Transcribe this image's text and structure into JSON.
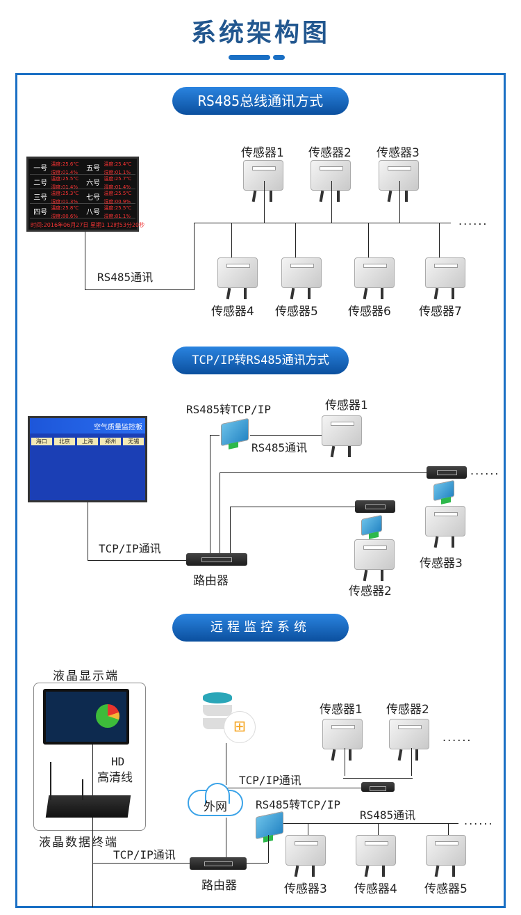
{
  "page_title": "系统架构图",
  "sections": [
    {
      "pill": "RS485总线通讯方式",
      "link_label": "RS485通讯",
      "top_sensors": [
        "传感器1",
        "传感器2",
        "传感器3"
      ],
      "bottom_sensors": [
        "传感器4",
        "传感器5",
        "传感器6",
        "传感器7"
      ],
      "more": "......",
      "display": {
        "rows": [
          [
            "一号",
            "温度:25.6℃",
            "湿度:01.4%",
            "五号",
            "温度:25.4℃",
            "湿度:01.1%"
          ],
          [
            "二号",
            "温度:25.5℃",
            "湿度:01.4%",
            "六号",
            "温度:25.7℃",
            "湿度:01.4%"
          ],
          [
            "三号",
            "温度:25.3℃",
            "湿度:01.3%",
            "七号",
            "温度:25.5℃",
            "湿度:00.9%"
          ],
          [
            "四号",
            "温度:25.8℃",
            "湿度:80.6%",
            "八号",
            "温度:25.5℃",
            "湿度:81.1%"
          ]
        ],
        "footer": "时间:2016年06月27日 星期1 12时53分20秒"
      }
    },
    {
      "pill": "TCP/IP转RS485通讯方式",
      "converter_label": "RS485转TCP/IP",
      "rs485_label": "RS485通讯",
      "tcp_label": "TCP/IP通讯",
      "router_label": "路由器",
      "sensors": [
        "传感器1",
        "传感器2",
        "传感器3"
      ],
      "more": "......",
      "board_title": "空气质量监控板",
      "cities": [
        "海口",
        "北京",
        "上海",
        "郑州",
        "无锡"
      ]
    },
    {
      "pill": "远程监控系统",
      "lcd_label": "液晶显示端",
      "hd_label": "HD",
      "hd_label2": "高清线",
      "terminal_label": "液晶数据终端",
      "tcp_label1": "TCP/IP通讯",
      "tcp_label2": "TCP/IP通讯",
      "cloud_label": "外网",
      "converter_label": "RS485转TCP/IP",
      "rs485_label": "RS485通讯",
      "router_label": "路由器",
      "top_sensors": [
        "传感器1",
        "传感器2"
      ],
      "bottom_sensors": [
        "传感器3",
        "传感器4",
        "传感器5"
      ],
      "more": "......"
    }
  ],
  "colors": {
    "accent": "#1a6fc4",
    "title": "#22578f"
  }
}
